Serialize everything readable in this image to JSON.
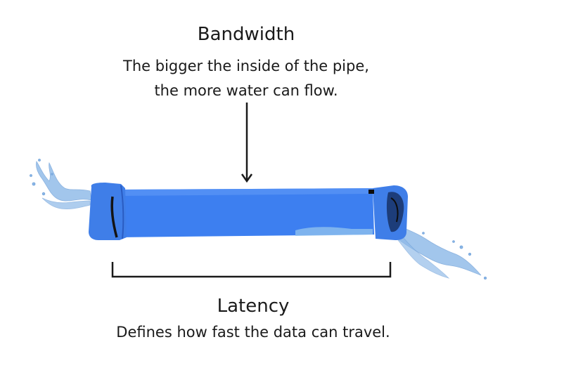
{
  "bandwidth": {
    "title": "Bandwidth",
    "lines": [
      "The bigger the inside of the pipe,",
      "the more water can flow."
    ]
  },
  "latency": {
    "title": "Latency",
    "description": "Defines how fast the data can travel."
  },
  "colors": {
    "pipe": "#3d7ff0",
    "pipe_dark": "#2f66cf",
    "water": "#7fb0e6",
    "text": "#1a1a1a"
  }
}
